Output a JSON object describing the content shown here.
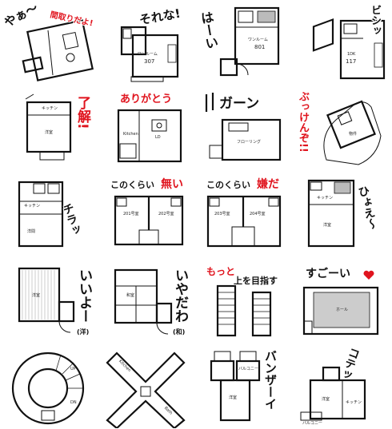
{
  "sheet": {
    "accent_color": "#e0141e",
    "stickers": [
      {
        "id": 1,
        "text": "やぁ〜",
        "red_text": "間取りだよ!"
      },
      {
        "id": 2,
        "text": "それな!",
        "room_label": "ワンルーム",
        "room_number": "307"
      },
      {
        "id": 3,
        "text": "はーい",
        "room_label": "ワンルーム",
        "room_number": "801"
      },
      {
        "id": 4,
        "text": "ビシッ",
        "room_label": "1DK",
        "room_number": "117"
      },
      {
        "id": 5,
        "text": "了解!",
        "room_labels": [
          "キッチン",
          "洋室"
        ]
      },
      {
        "id": 6,
        "text": "ありがとう",
        "room_labels": [
          "Kitchen",
          "LD"
        ]
      },
      {
        "id": 7,
        "text": "ガーン",
        "room_label": "フローリング"
      },
      {
        "id": 8,
        "text": "ぶっけんぞ!!",
        "room_label": "物件"
      },
      {
        "id": 9,
        "text": "チラッ",
        "room_labels": [
          "キッチン",
          "洋間"
        ]
      },
      {
        "id": 10,
        "prefix": "このくらい",
        "red_text": "無い",
        "room_labels": [
          "201号室",
          "202号室"
        ]
      },
      {
        "id": 11,
        "prefix": "このくらい",
        "red_text": "嫌だ",
        "room_labels": [
          "203号室",
          "204号室"
        ]
      },
      {
        "id": 12,
        "text": "ひょえ〜",
        "room_labels": [
          "キッチン",
          "洋室"
        ]
      },
      {
        "id": 13,
        "text": "いいよー",
        "suffix": "(洋)",
        "room_label": "洋室"
      },
      {
        "id": 14,
        "text": "いやだわ",
        "suffix": "(和)",
        "room_label": "和室"
      },
      {
        "id": 15,
        "red_text": "もっと",
        "text": "上を目指す"
      },
      {
        "id": 16,
        "text": "すごーい",
        "icon": "heart-icon",
        "room_label": "ホール"
      },
      {
        "id": 17,
        "room_labels": [
          "UP",
          "DN"
        ]
      },
      {
        "id": 18,
        "room_labels": [
          "Kitchen",
          "Bath"
        ]
      },
      {
        "id": 19,
        "text": "バンザーイ",
        "room_labels": [
          "バルコニー",
          "洋室"
        ]
      },
      {
        "id": 20,
        "text": "コテッ",
        "room_labels": [
          "キッチン",
          "洋室",
          "バルコニー"
        ]
      }
    ]
  }
}
